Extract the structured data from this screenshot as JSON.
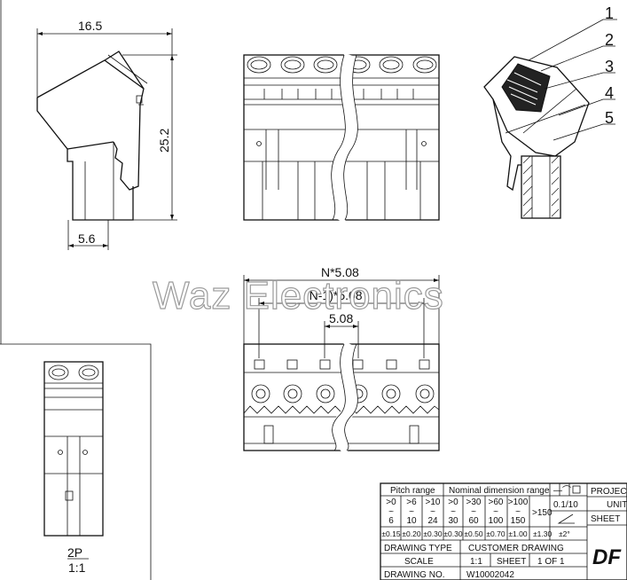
{
  "dimensions": {
    "width_top": "16.5",
    "height_side": "25.2",
    "pin_offset": "5.6",
    "total_width": "N*5.08",
    "inner_width": "(N-1)*5.08",
    "pitch": "5.08"
  },
  "callouts": [
    "1",
    "2",
    "3",
    "4",
    "5"
  ],
  "small_view_label": "2P",
  "small_view_scale": "1:1",
  "watermark": "Waz Electronics",
  "title_block": {
    "pitch_range_header": "Pitch range",
    "nominal_header": "Nominal dimension range",
    "pitch_ranges": [
      {
        "top": ">0",
        "bottom": "6",
        "tol": "±0.15"
      },
      {
        "top": ">6",
        "bottom": "10",
        "tol": "±0.20"
      },
      {
        "top": ">10",
        "bottom": "24",
        "tol": "±0.30"
      }
    ],
    "nominal_ranges": [
      {
        "top": ">0",
        "bottom": "30",
        "tol": "±0.30"
      },
      {
        "top": ">30",
        "bottom": "60",
        "tol": "±0.50"
      },
      {
        "top": ">60",
        "bottom": "100",
        "tol": "±0.70"
      },
      {
        "top": ">100",
        "bottom": "150",
        "tol": "±1.00"
      }
    ],
    "over150": ">150",
    "over150_tol": "±1.30",
    "flatness": "0.1/10",
    "angle_tol": "±2°",
    "drawing_type_label": "DRAWING TYPE",
    "drawing_type_value": "CUSTOMER DRAWING",
    "scale_label": "SCALE",
    "scale_value": "1:1",
    "sheet_label": "SHEET",
    "sheet_value": "1  OF  1",
    "drawing_no_label": "DRAWING NO.",
    "drawing_no_value": "W10002042",
    "project_label": "PROJEC",
    "unit_label": "UNIT",
    "sheet_right_label": "SHEET",
    "logo_text": "DF"
  }
}
